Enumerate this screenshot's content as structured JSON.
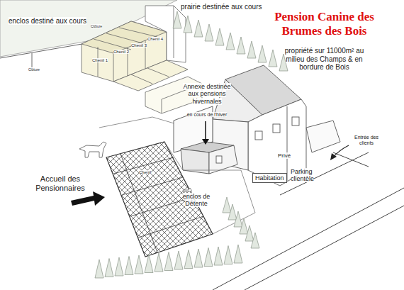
{
  "diagram": {
    "title": "Pension Canine des Brumes des Bois",
    "nodes": [
      {
        "text": [
          "Habitation"
        ]
      }
    ],
    "labels": [
      "enclos destiné aux cours",
      "prairie destinée aux cours",
      "propriété sur 11000m² au milieu des Champs & en bordure de Bois",
      "Chenil 1",
      "Chenil 2",
      "Chenil 3",
      "Chenil 4",
      "Annexe destinée aux pensions hivernales",
      "en cours de l'hiver",
      "Accueil des Pensionnaires",
      "Chenil",
      "enclos de Détente",
      "Privé",
      "Parking clientèle",
      "Entrée des clients",
      "Clôture",
      "Clôture"
    ]
  }
}
